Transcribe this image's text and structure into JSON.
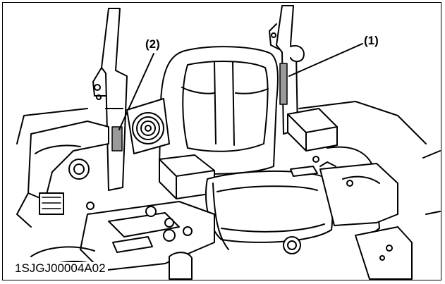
{
  "figure": {
    "code": "1SJGJ00004A02",
    "callouts": [
      {
        "id": "1",
        "label": "(1)"
      },
      {
        "id": "2",
        "label": "(2)"
      }
    ]
  },
  "colors": {
    "line": "#000000",
    "label_fill": "#9a9a9a",
    "shade": "#cfcfcf",
    "background": "#ffffff"
  }
}
